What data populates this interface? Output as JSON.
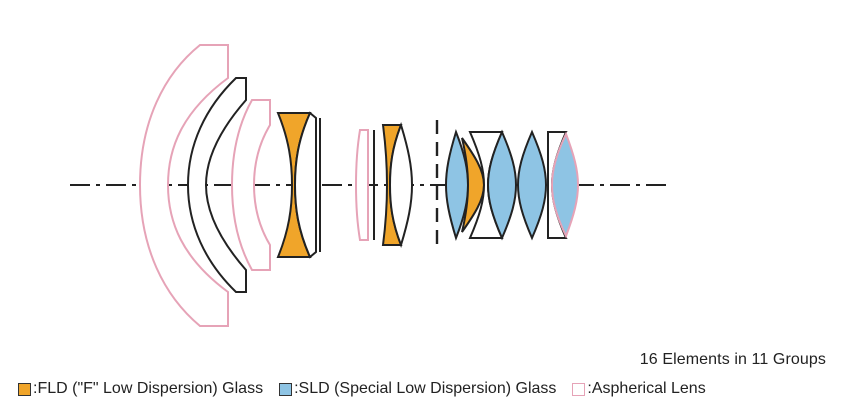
{
  "colors": {
    "fld": "#f0a52a",
    "sld": "#8ec4e4",
    "aspherical_outline": "#e6a3b7",
    "outline": "#222222"
  },
  "summary": "16 Elements in 11 Groups",
  "legend": {
    "fld": ":FLD (\"F\" Low Dispersion) Glass",
    "sld": ":SLD (Special Low Dispersion) Glass",
    "aspherical": ":Aspherical Lens"
  }
}
